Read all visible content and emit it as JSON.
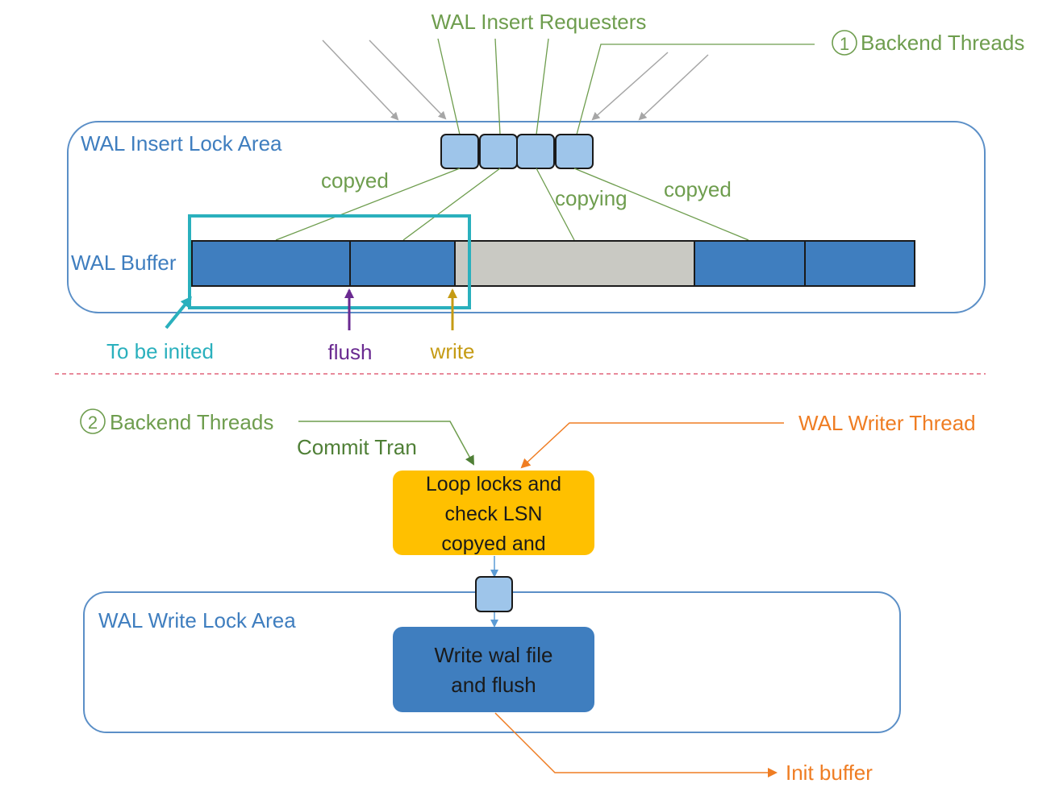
{
  "labels": {
    "wal_insert_requesters": "WAL Insert Requesters",
    "backend_threads_1": "Backend Threads",
    "backend_threads_1_num": "1",
    "insert_lock_area": "WAL Insert Lock Area",
    "copyed_left": "copyed",
    "copying": "copying",
    "copyed_right": "copyed",
    "wal_buffer": "WAL Buffer",
    "to_be_inited": "To be inited",
    "flush": "flush",
    "write": "write",
    "backend_threads_2": "Backend Threads",
    "backend_threads_2_num": "2",
    "commit_tran": "Commit Tran",
    "wal_writer_thread": "WAL Writer Thread",
    "loop_box": [
      "Loop locks and",
      "check LSN",
      "copyed and"
    ],
    "write_lock_area": "WAL Write Lock Area",
    "write_box": [
      "Write wal file",
      "and flush"
    ],
    "init_buffer": "Init buffer"
  },
  "colors": {
    "green": "#6e9d4e",
    "dark_green": "#4f7f36",
    "blue": "#3f7ebf",
    "lock_fill": "#9ec5ea",
    "buffer_filled": "#3f7ebf",
    "buffer_empty": "#c9c9c3",
    "teal": "#2ab0bd",
    "purple": "#6a2a91",
    "gold": "#c59b14",
    "orange": "#ef7d23",
    "loop_box_fill": "#ffc000",
    "separator": "#e0637a"
  }
}
